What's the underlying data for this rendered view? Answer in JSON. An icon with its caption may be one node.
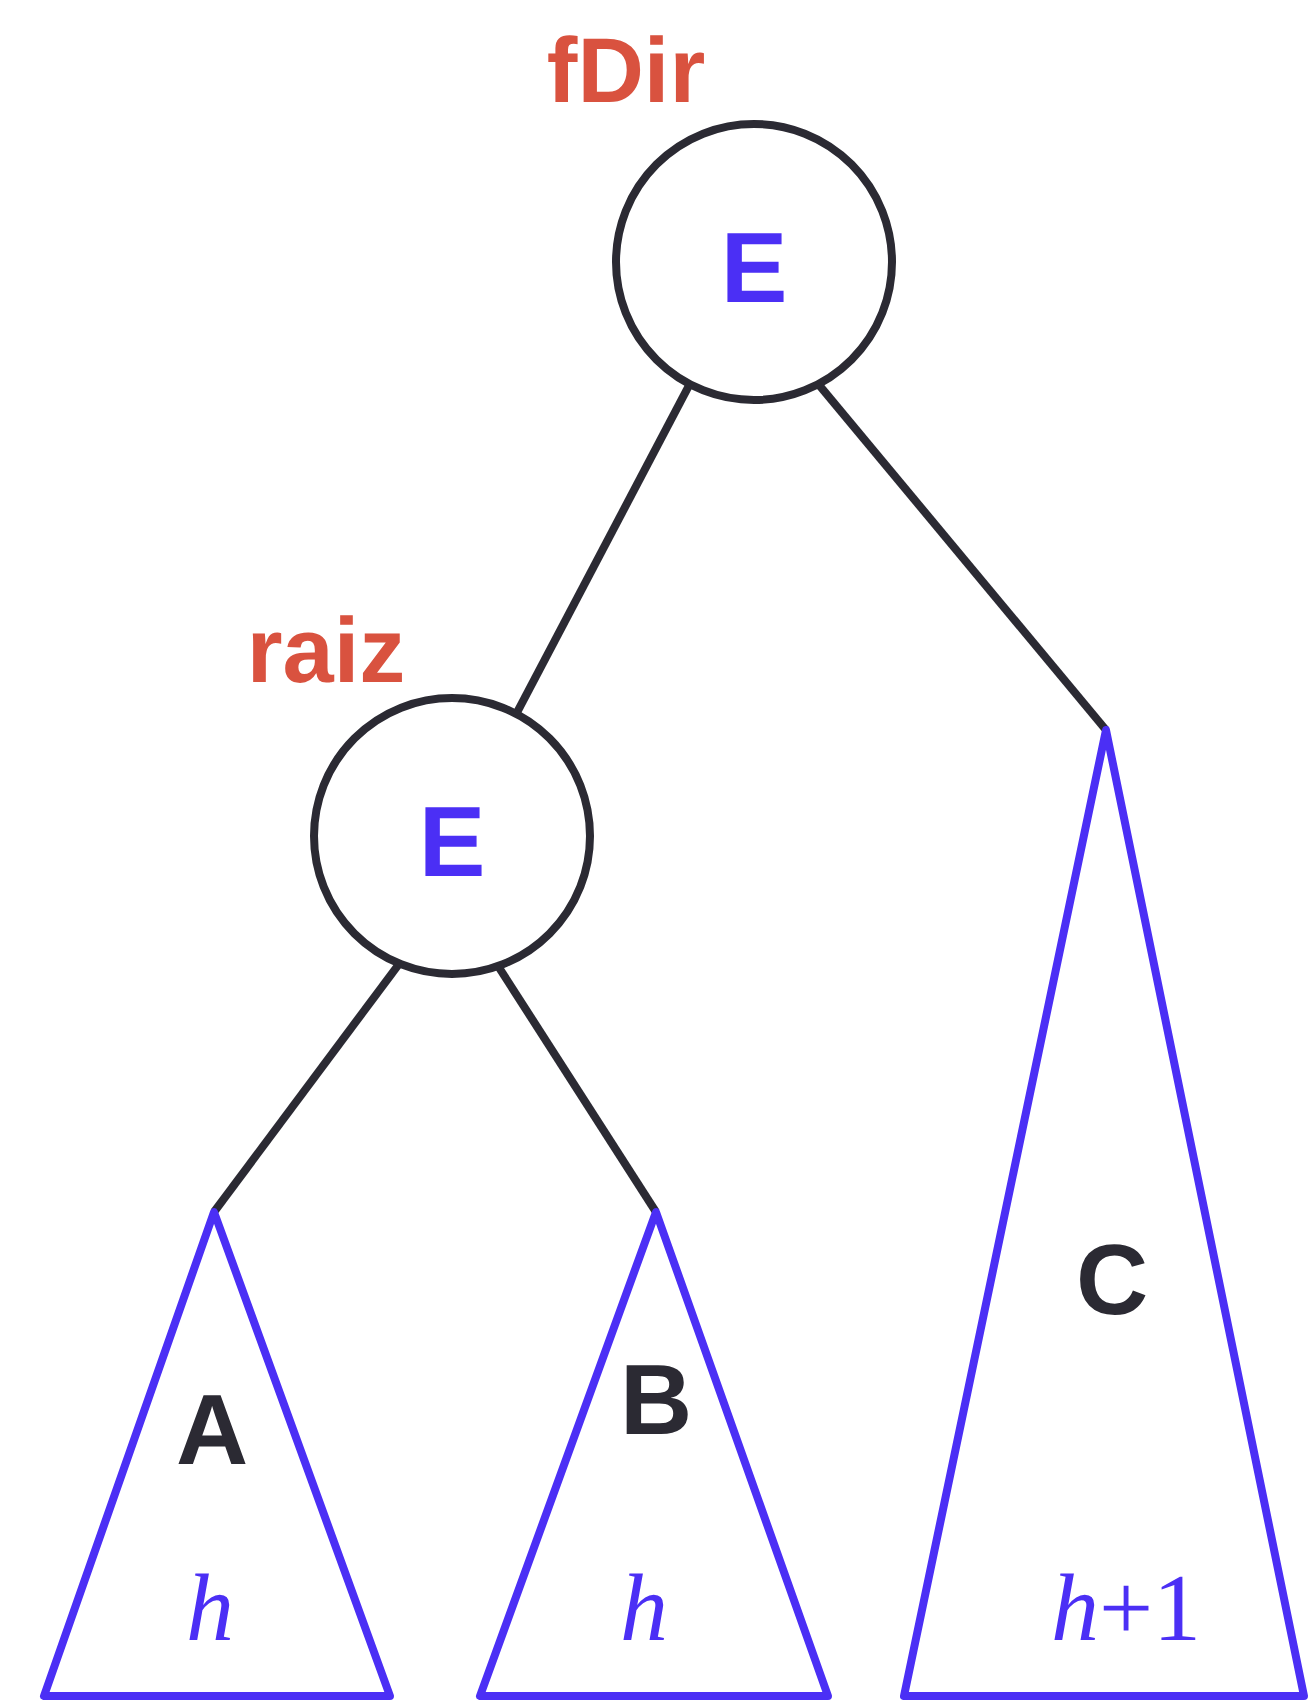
{
  "diagram": {
    "nodes": [
      {
        "text": [
          "E"
        ],
        "beside": [
          "fDir"
        ]
      },
      {
        "text": [
          "E"
        ],
        "beside": [
          "raiz"
        ]
      },
      {
        "text": [
          "A",
          "*h*"
        ]
      },
      {
        "text": [
          "B",
          "*h*"
        ]
      },
      {
        "text": [
          "C",
          "*h*+1"
        ]
      }
    ],
    "edges": [
      {
        "from": 0,
        "to": 1,
        "arrow": "none"
      },
      {
        "from": 0,
        "to": 4,
        "arrow": "none"
      },
      {
        "from": 1,
        "to": 2,
        "arrow": "none"
      },
      {
        "from": 1,
        "to": 3,
        "arrow": "none"
      }
    ]
  }
}
